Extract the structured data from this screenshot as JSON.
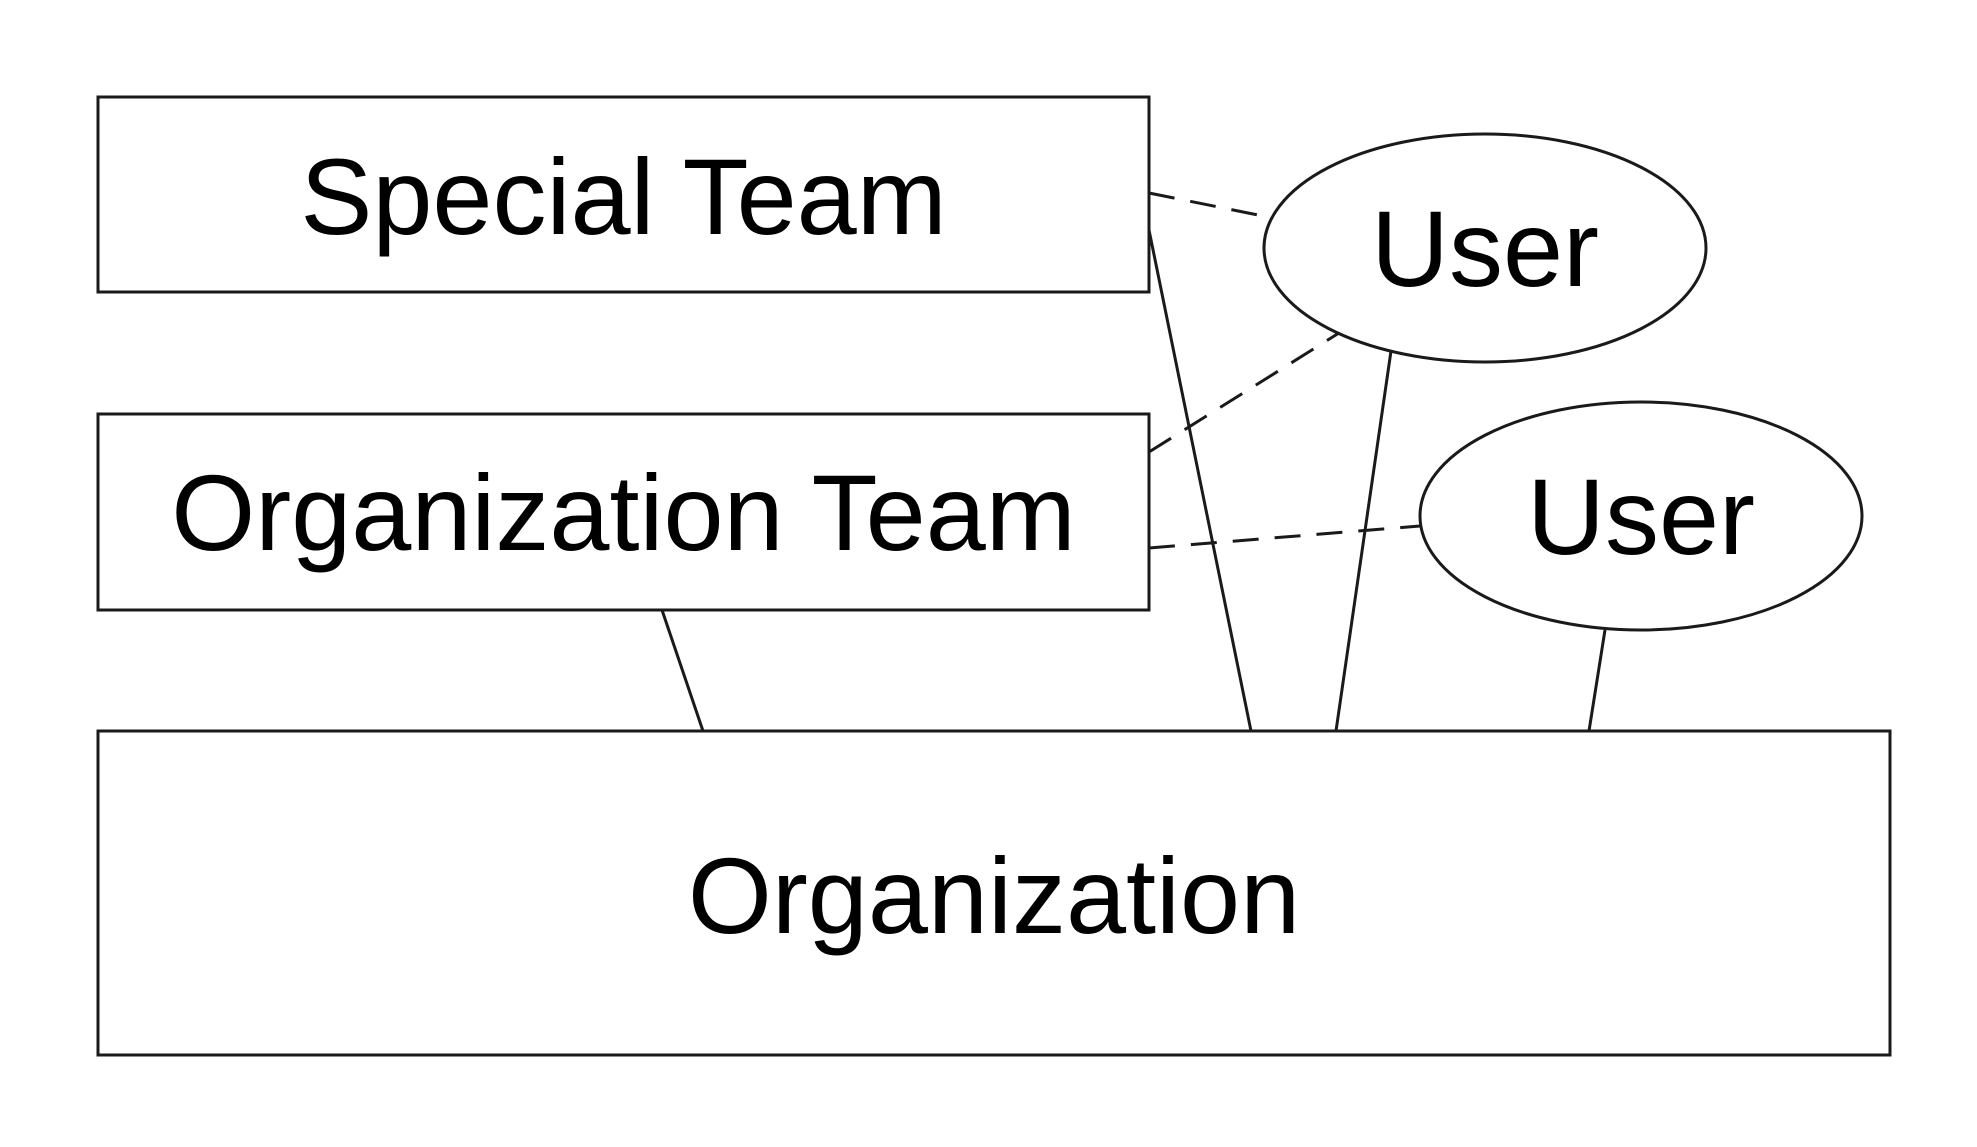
{
  "diagram": {
    "colors": {
      "stroke": "#1a1a1a",
      "text": "#000000",
      "background": "#ffffff"
    },
    "nodes": {
      "special_team": {
        "label": "Special Team",
        "shape": "rectangle"
      },
      "organization_team": {
        "label": "Organization Team",
        "shape": "rectangle"
      },
      "organization": {
        "label": "Organization",
        "shape": "rectangle"
      },
      "user_1": {
        "label": "User",
        "shape": "ellipse"
      },
      "user_2": {
        "label": "User",
        "shape": "ellipse"
      }
    },
    "edges": [
      {
        "from": "special_team",
        "to": "user_1",
        "style": "dashed"
      },
      {
        "from": "special_team",
        "to": "organization",
        "style": "solid"
      },
      {
        "from": "organization_team",
        "to": "user_1",
        "style": "dashed"
      },
      {
        "from": "organization_team",
        "to": "user_2",
        "style": "dashed"
      },
      {
        "from": "organization_team",
        "to": "organization",
        "style": "solid"
      },
      {
        "from": "user_1",
        "to": "organization",
        "style": "solid"
      },
      {
        "from": "user_2",
        "to": "organization",
        "style": "solid"
      }
    ]
  }
}
